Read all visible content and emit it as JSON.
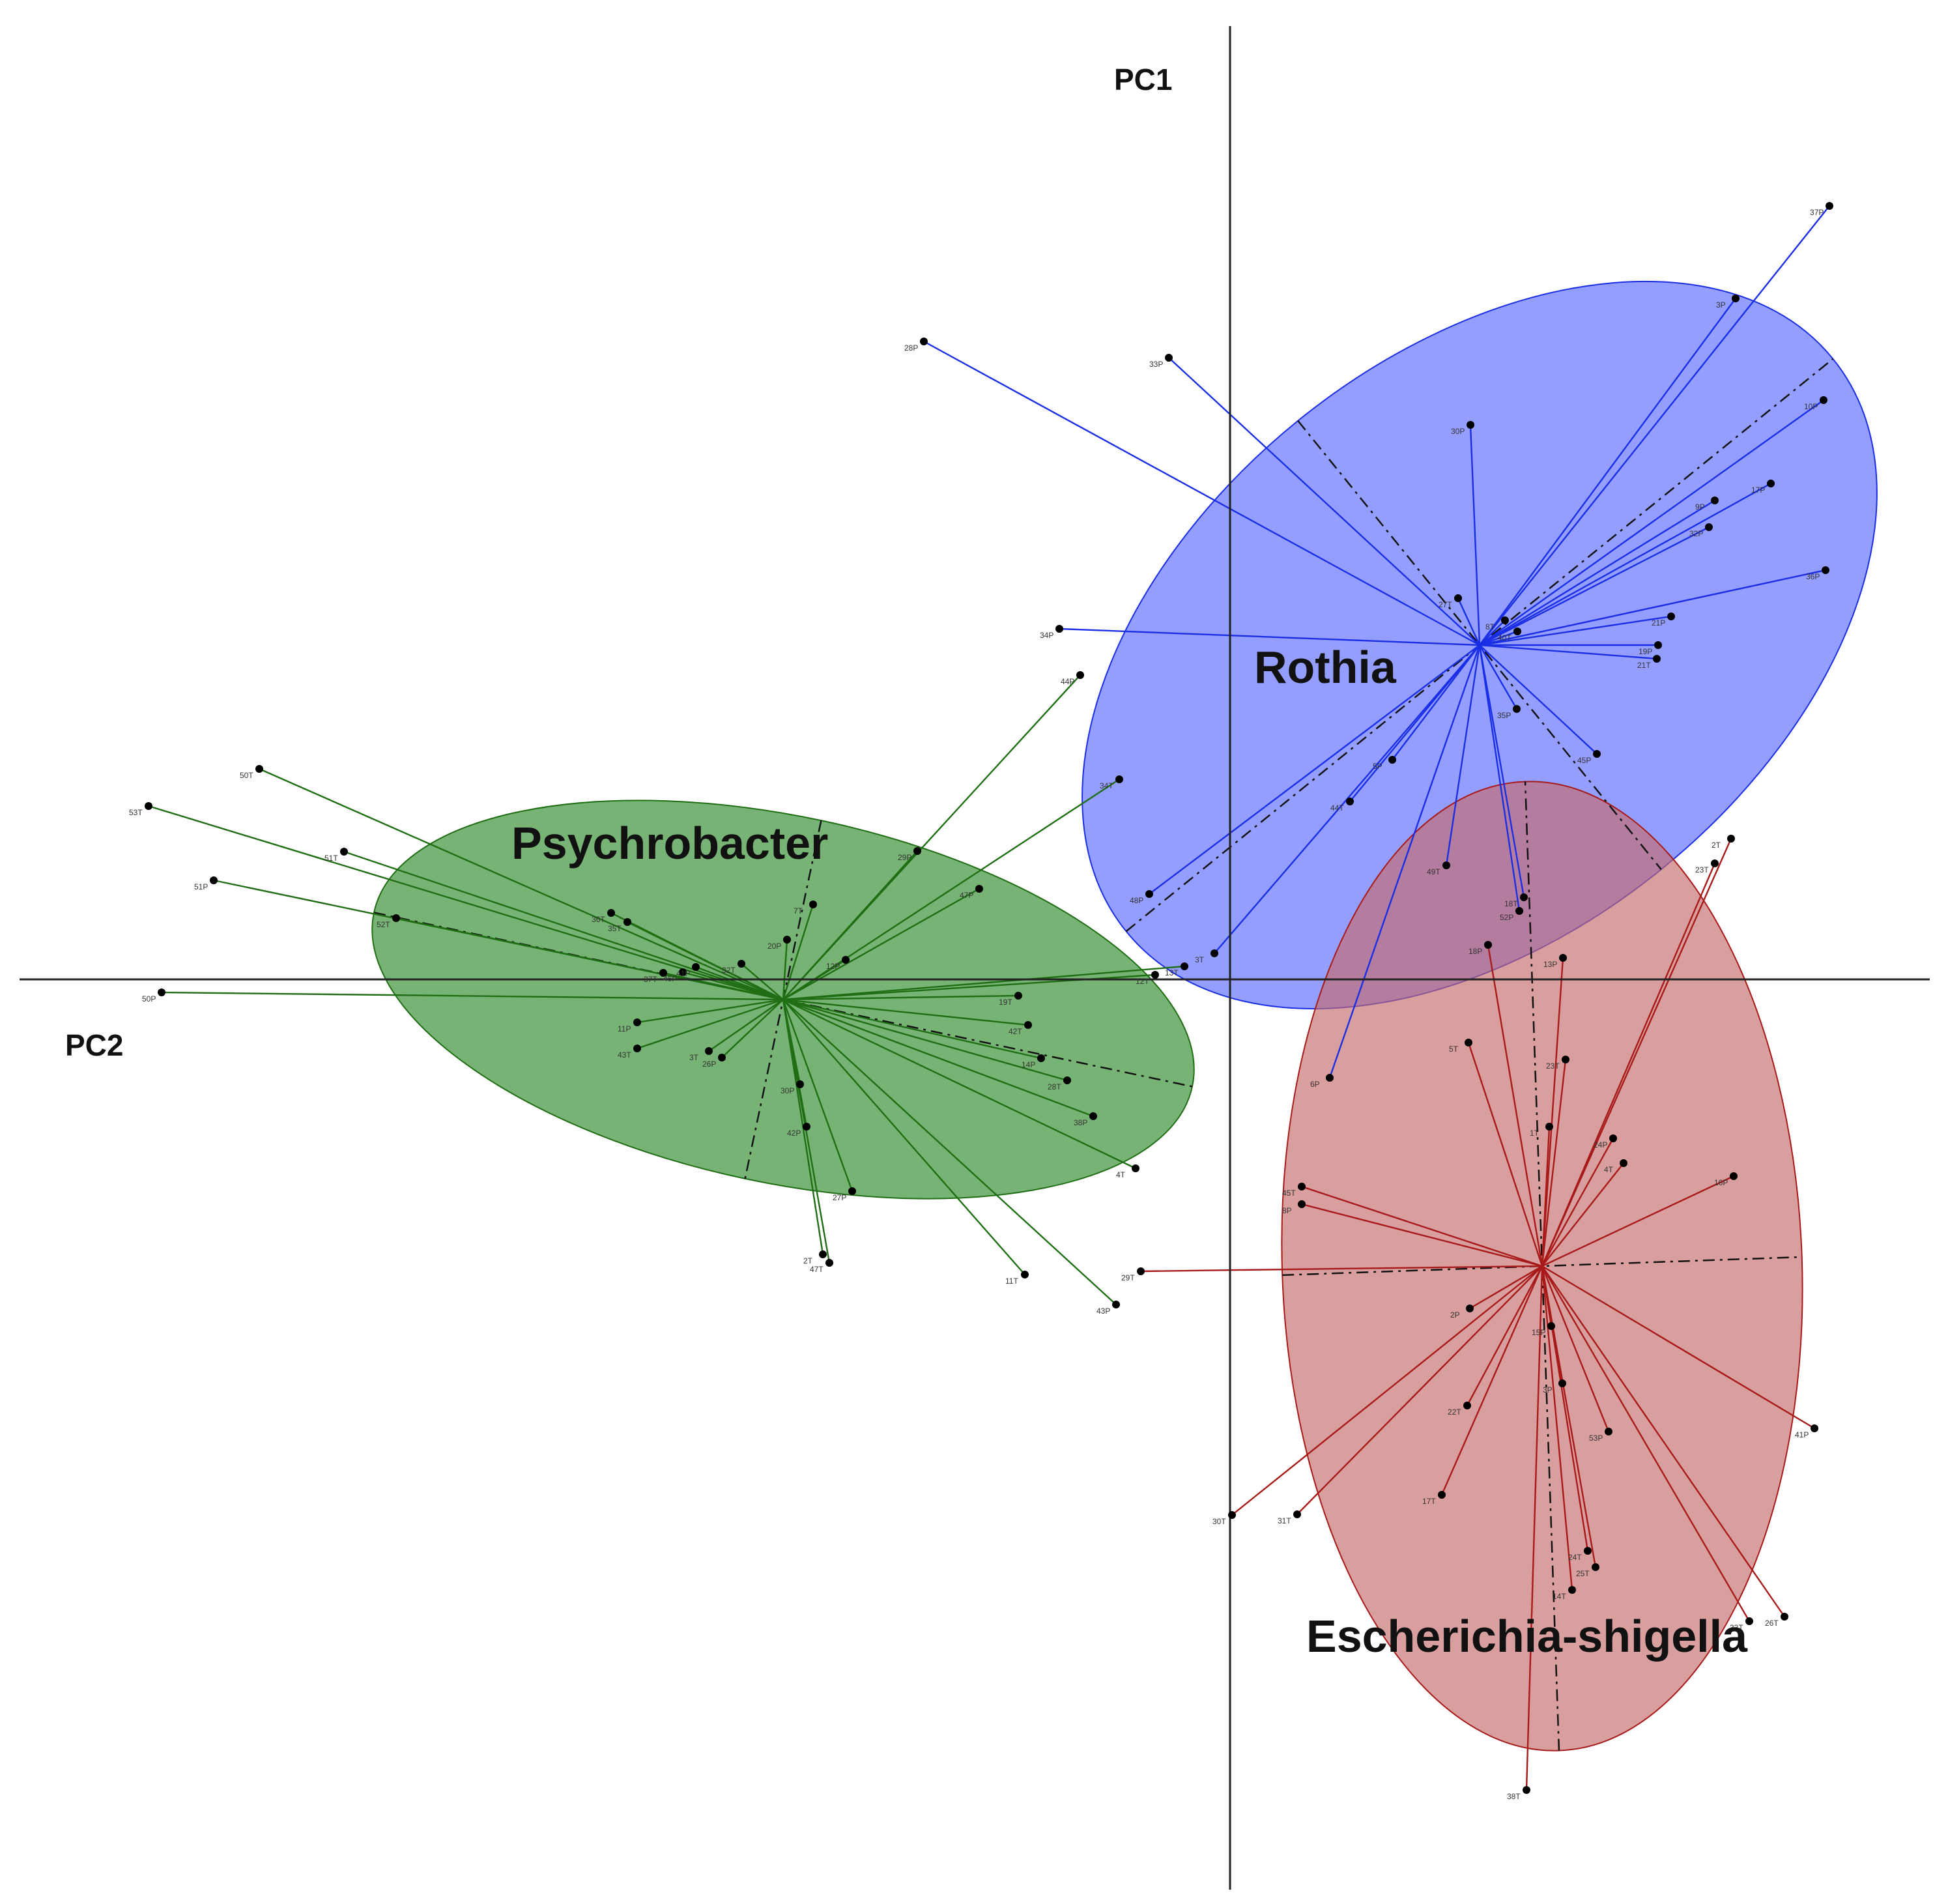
{
  "chart_data": {
    "type": "scatter",
    "axes": {
      "vertical_label": "PC1",
      "horizontal_label": "PC2"
    },
    "groups": [
      {
        "name": "Psychrobacter",
        "color": "#1f6e14",
        "fill": "#2e8a2a",
        "center": [
          -0.686,
          -0.031
        ],
        "ellipse": {
          "semi_major": 0.642,
          "semi_minor": 0.281,
          "angle_deg": -12
        },
        "points": [
          {
            "label": "53T",
            "x": -1.66,
            "y": 0.266
          },
          {
            "label": "50T",
            "x": -1.49,
            "y": 0.323
          },
          {
            "label": "51T",
            "x": -1.36,
            "y": 0.196
          },
          {
            "label": "51P",
            "x": -1.56,
            "y": 0.152
          },
          {
            "label": "50P",
            "x": -1.64,
            "y": -0.02
          },
          {
            "label": "52T",
            "x": -1.28,
            "y": 0.094
          },
          {
            "label": "36T",
            "x": -0.95,
            "y": 0.102
          },
          {
            "label": "35T",
            "x": -0.925,
            "y": 0.088
          },
          {
            "label": "37T",
            "x": -0.87,
            "y": 0.01
          },
          {
            "label": "46P",
            "x": -0.84,
            "y": 0.011
          },
          {
            "label": "41P",
            "x": -0.82,
            "y": 0.019
          },
          {
            "label": "11P",
            "x": -0.91,
            "y": -0.066
          },
          {
            "label": "43T",
            "x": -0.91,
            "y": -0.106
          },
          {
            "label": "3T",
            "x": -0.8,
            "y": -0.11
          },
          {
            "label": "26P",
            "x": -0.78,
            "y": -0.12
          },
          {
            "label": "32T",
            "x": -0.75,
            "y": 0.024
          },
          {
            "label": "20P",
            "x": -0.68,
            "y": 0.061
          },
          {
            "label": "7T",
            "x": -0.64,
            "y": 0.115
          },
          {
            "label": "29P",
            "x": -0.48,
            "y": 0.197
          },
          {
            "label": "47P",
            "x": -0.385,
            "y": 0.139
          },
          {
            "label": "12P",
            "x": -0.59,
            "y": 0.03
          },
          {
            "label": "44P",
            "x": -0.23,
            "y": 0.467
          },
          {
            "label": "34T",
            "x": -0.17,
            "y": 0.307
          },
          {
            "label": "19T",
            "x": -0.325,
            "y": -0.025
          },
          {
            "label": "13T",
            "x": -0.07,
            "y": 0.02
          },
          {
            "label": "12T",
            "x": -0.115,
            "y": 0.007
          },
          {
            "label": "42T",
            "x": -0.31,
            "y": -0.07
          },
          {
            "label": "14P",
            "x": -0.29,
            "y": -0.121
          },
          {
            "label": "28T",
            "x": -0.25,
            "y": -0.155
          },
          {
            "label": "38P",
            "x": -0.21,
            "y": -0.21
          },
          {
            "label": "4T",
            "x": -0.145,
            "y": -0.29
          },
          {
            "label": "30P",
            "x": -0.66,
            "y": -0.161
          },
          {
            "label": "42P",
            "x": -0.65,
            "y": -0.226
          },
          {
            "label": "27P",
            "x": -0.58,
            "y": -0.325
          },
          {
            "label": "2T",
            "x": -0.625,
            "y": -0.422
          },
          {
            "label": "47T",
            "x": -0.615,
            "y": -0.435
          },
          {
            "label": "11T",
            "x": -0.315,
            "y": -0.453
          },
          {
            "label": "43P",
            "x": -0.175,
            "y": -0.499
          }
        ]
      },
      {
        "name": "Rothia",
        "color": "#1a2ee6",
        "fill": "#5a6aff",
        "center": [
          0.383,
          0.513
        ],
        "ellipse": {
          "semi_major": 0.698,
          "semi_minor": 0.443,
          "angle_deg": 39
        },
        "points": [
          {
            "label": "37P",
            "x": 0.92,
            "y": 1.187
          },
          {
            "label": "3P",
            "x": 0.776,
            "y": 1.045
          },
          {
            "label": "10P",
            "x": 0.911,
            "y": 0.889
          },
          {
            "label": "28P",
            "x": -0.47,
            "y": 0.979
          },
          {
            "label": "33P",
            "x": -0.094,
            "y": 0.954
          },
          {
            "label": "30P",
            "x": 0.369,
            "y": 0.851
          },
          {
            "label": "17P",
            "x": 0.83,
            "y": 0.761
          },
          {
            "label": "9P",
            "x": 0.744,
            "y": 0.735
          },
          {
            "label": "32P",
            "x": 0.735,
            "y": 0.694
          },
          {
            "label": "36P",
            "x": 0.914,
            "y": 0.628
          },
          {
            "label": "27T",
            "x": 0.35,
            "y": 0.585
          },
          {
            "label": "8T",
            "x": 0.422,
            "y": 0.551
          },
          {
            "label": "40T",
            "x": 0.441,
            "y": 0.534
          },
          {
            "label": "21P",
            "x": 0.677,
            "y": 0.557
          },
          {
            "label": "19P",
            "x": 0.657,
            "y": 0.513
          },
          {
            "label": "21T",
            "x": 0.655,
            "y": 0.492
          },
          {
            "label": "34P",
            "x": -0.262,
            "y": 0.538
          },
          {
            "label": "35P",
            "x": 0.44,
            "y": 0.415
          },
          {
            "label": "45P",
            "x": 0.563,
            "y": 0.346
          },
          {
            "label": "5P",
            "x": 0.249,
            "y": 0.337
          },
          {
            "label": "44T",
            "x": 0.184,
            "y": 0.273
          },
          {
            "label": "49T",
            "x": 0.332,
            "y": 0.175
          },
          {
            "label": "18T",
            "x": 0.451,
            "y": 0.126
          },
          {
            "label": "52P",
            "x": 0.444,
            "y": 0.105
          },
          {
            "label": "48P",
            "x": -0.124,
            "y": 0.131
          },
          {
            "label": "3T",
            "x": -0.024,
            "y": 0.04
          },
          {
            "label": "6P",
            "x": 0.153,
            "y": -0.151
          }
        ]
      },
      {
        "name": "Escherichia-shigella",
        "color": "#a81a1a",
        "fill": "#c46a6a",
        "center": [
          0.479,
          -0.44
        ],
        "ellipse": {
          "semi_major": 0.744,
          "semi_minor": 0.399,
          "angle_deg": 92
        },
        "points": [
          {
            "label": "2T",
            "x": 0.769,
            "y": 0.216
          },
          {
            "label": "23T",
            "x": 0.744,
            "y": 0.178
          },
          {
            "label": "18P",
            "x": 0.396,
            "y": 0.053
          },
          {
            "label": "13P",
            "x": 0.511,
            "y": 0.033
          },
          {
            "label": "5T",
            "x": 0.366,
            "y": -0.097
          },
          {
            "label": "23T",
            "x": 0.515,
            "y": -0.123
          },
          {
            "label": "1T",
            "x": 0.49,
            "y": -0.226
          },
          {
            "label": "24P",
            "x": 0.588,
            "y": -0.244
          },
          {
            "label": "4T",
            "x": 0.604,
            "y": -0.282
          },
          {
            "label": "16P",
            "x": 0.773,
            "y": -0.302
          },
          {
            "label": "45T",
            "x": 0.11,
            "y": -0.318
          },
          {
            "label": "8P",
            "x": 0.11,
            "y": -0.345
          },
          {
            "label": "29T",
            "x": -0.137,
            "y": -0.448
          },
          {
            "label": "2P",
            "x": 0.368,
            "y": -0.505
          },
          {
            "label": "15P",
            "x": 0.493,
            "y": -0.532
          },
          {
            "label": "3P",
            "x": 0.51,
            "y": -0.62
          },
          {
            "label": "22T",
            "x": 0.364,
            "y": -0.654
          },
          {
            "label": "53P",
            "x": 0.581,
            "y": -0.694
          },
          {
            "label": "41P",
            "x": 0.897,
            "y": -0.689
          },
          {
            "label": "17T",
            "x": 0.325,
            "y": -0.791
          },
          {
            "label": "30T",
            "x": 0.003,
            "y": -0.822
          },
          {
            "label": "31T",
            "x": 0.103,
            "y": -0.821
          },
          {
            "label": "24T",
            "x": 0.549,
            "y": -0.877
          },
          {
            "label": "25T",
            "x": 0.561,
            "y": -0.902
          },
          {
            "label": "14T",
            "x": 0.525,
            "y": -0.937
          },
          {
            "label": "26T",
            "x": 0.851,
            "y": -0.978
          },
          {
            "label": "33T",
            "x": 0.797,
            "y": -0.985
          },
          {
            "label": "38T",
            "x": 0.455,
            "y": -1.244
          }
        ]
      }
    ]
  }
}
